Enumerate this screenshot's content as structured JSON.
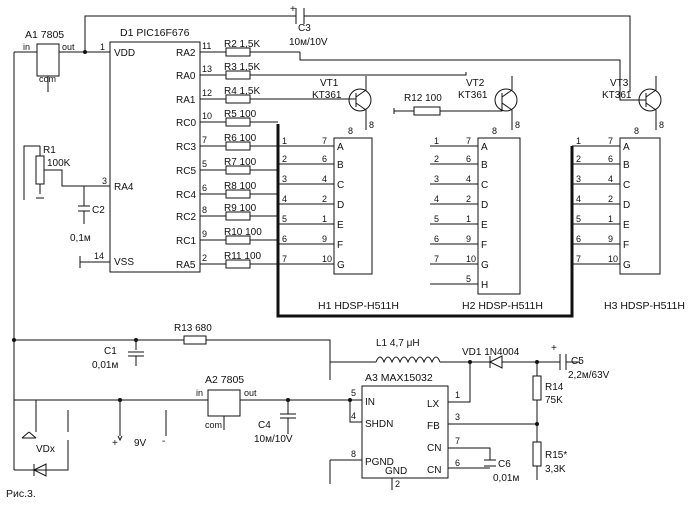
{
  "figure_caption": "Рис.3.",
  "components": {
    "a1": {
      "ref": "A1 7805",
      "in": "in",
      "out": "out",
      "com": "com"
    },
    "a2": {
      "ref": "A2 7805",
      "in": "in",
      "out": "out",
      "com": "com"
    },
    "d1": {
      "ref": "D1 PIC16F676",
      "vdd": "VDD",
      "vss": "VSS",
      "ra4": "RA4",
      "right_pins": [
        "RA2",
        "RA0",
        "RA1",
        "RC0",
        "RC3",
        "RC5",
        "RC4",
        "RC2",
        "RC1",
        "RA5"
      ],
      "right_pin_numbers": [
        "11",
        "13",
        "12",
        "10",
        "7",
        "5",
        "6",
        "8",
        "9",
        "2"
      ],
      "pin_vdd": "1",
      "pin_ra4": "3",
      "pin_vss": "14"
    },
    "a3": {
      "ref": "A3 MAX15032",
      "pins_left": [
        "IN",
        "SHDN",
        "PGND"
      ],
      "pins_right": [
        "LX",
        "FB",
        "CN",
        "CN"
      ],
      "gnd": "GND",
      "pin_in": "5",
      "pin_shdn": "4",
      "pin_pgnd": "8",
      "pin_lx": "1",
      "pin_fb": "3",
      "pin_cn1": "7",
      "pin_cn2": "6",
      "pin_gnd": "2"
    },
    "c3": {
      "ref": "C3",
      "value": "10м/10V"
    },
    "c2": {
      "ref": "C2",
      "value": "0,1м"
    },
    "c1": {
      "ref": "C1",
      "value": "0,01м"
    },
    "c4": {
      "ref": "C4",
      "value": "10м/10V"
    },
    "c5": {
      "ref": "C5",
      "value": "2,2м/63V"
    },
    "c6": {
      "ref": "C6",
      "value": "0,01м"
    },
    "r1": {
      "ref": "R1",
      "value": "100K"
    },
    "r13": {
      "ref": "R13 680"
    },
    "r14": {
      "ref": "R14",
      "value": "75K"
    },
    "r15": {
      "ref": "R15*",
      "value": "3,3K"
    },
    "l1": {
      "ref": "L1 4,7 μH"
    },
    "vd1": {
      "ref": "VD1 1N4004"
    },
    "vdx": {
      "ref": "VDx"
    },
    "supply": {
      "label": "9V",
      "plus": "+",
      "minus": "-"
    },
    "res_labels": [
      "R2 1,5K",
      "R3 1,5K",
      "R4 1,5K",
      "R5 100",
      "R6 100",
      "R7 100",
      "R8 100",
      "R9 100",
      "R10 100",
      "R11 100"
    ],
    "r12": "R12 100",
    "transistors": [
      {
        "ref": "VT1",
        "type": "KT361",
        "emitter": "8"
      },
      {
        "ref": "VT2",
        "type": "KT361",
        "emitter": "8"
      },
      {
        "ref": "VT3",
        "type": "KT361",
        "emitter": "8"
      }
    ]
  },
  "displays": [
    {
      "ref": "H1 HDSP-H511H",
      "segments": [
        "A",
        "B",
        "C",
        "D",
        "E",
        "F",
        "G"
      ],
      "pins": [
        "7",
        "6",
        "4",
        "2",
        "1",
        "9",
        "10"
      ],
      "bus": [
        "1",
        "2",
        "3",
        "4",
        "5",
        "6",
        "7"
      ]
    },
    {
      "ref": "H2 HDSP-H511H",
      "segments": [
        "A",
        "B",
        "C",
        "D",
        "E",
        "F",
        "G",
        "H"
      ],
      "pins": [
        "7",
        "6",
        "4",
        "2",
        "1",
        "9",
        "10",
        "5"
      ],
      "bus": [
        "1",
        "2",
        "3",
        "4",
        "5",
        "6",
        "7"
      ]
    },
    {
      "ref": "H3 HDSP-H511H",
      "segments": [
        "A",
        "B",
        "C",
        "D",
        "E",
        "F",
        "G"
      ],
      "pins": [
        "7",
        "6",
        "4",
        "2",
        "1",
        "9",
        "10"
      ],
      "bus": [
        "1",
        "2",
        "3",
        "4",
        "5",
        "6",
        "7"
      ]
    }
  ]
}
